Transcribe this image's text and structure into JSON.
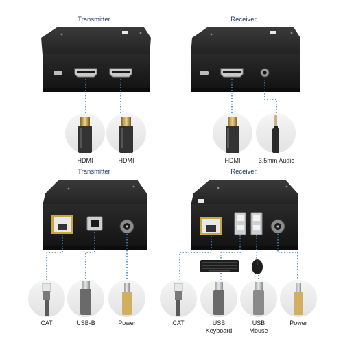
{
  "top": {
    "transmitter_title": "Transmitter",
    "receiver_title": "Receiver",
    "tx_labels": [
      "HDMI",
      "HDMI"
    ],
    "rx_labels": [
      "HDMI",
      "3.5mm Audio"
    ]
  },
  "bottom": {
    "transmitter_title": "Transmitter",
    "receiver_title": "Receiver",
    "tx_labels": [
      "CAT",
      "USB-B",
      "Power"
    ],
    "rx_labels": [
      "CAT",
      "USB\nKeyboard",
      "USB\nMouse",
      "Power"
    ]
  },
  "colors": {
    "device_body": "#2c2c2c",
    "dotted_line": "#3a86c8",
    "circle_bg": "#efefef",
    "title": "#1a3a6e"
  }
}
